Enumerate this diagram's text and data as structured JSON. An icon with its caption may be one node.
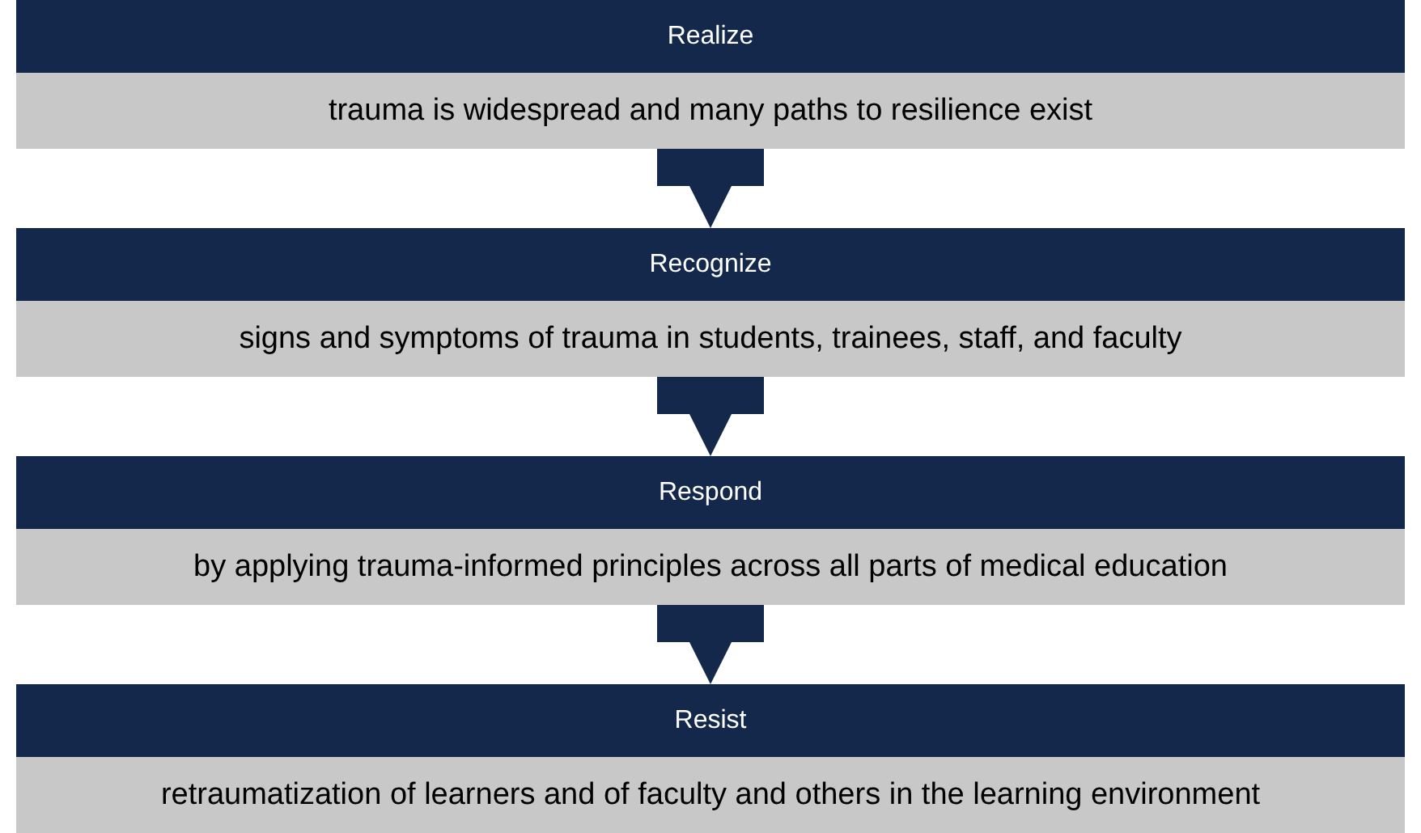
{
  "diagram": {
    "nodes": [
      {
        "text": [
          "Realize",
          "trauma is widespread and many paths to resilience exist"
        ]
      },
      {
        "text": [
          "Recognize",
          "signs and symptoms of trauma in students, trainees, staff, and faculty"
        ]
      },
      {
        "text": [
          "Respond",
          "by applying trauma-informed principles across all parts of medical education"
        ]
      },
      {
        "text": [
          "Resist",
          "retraumatization of learners and of faculty and others in the learning environment"
        ]
      }
    ],
    "edges": [
      {
        "from": 0,
        "to": 1,
        "arrow": "to"
      },
      {
        "from": 1,
        "to": 2,
        "arrow": "to"
      },
      {
        "from": 2,
        "to": 3,
        "arrow": "to"
      }
    ]
  }
}
